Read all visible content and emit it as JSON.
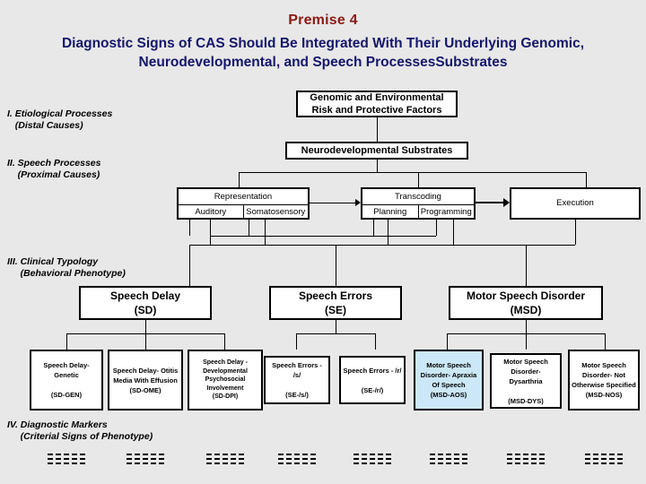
{
  "slide": {
    "premise_label": "Premise 4",
    "title": "Diagnostic Signs of CAS Should Be Integrated With Their Underlying Genomic, Neurodevelopmental, and Speech ProcessesSubstrates",
    "background_color": "#e8e8e8",
    "premise_color": "#8b1a12",
    "title_color": "#15166b",
    "highlight_color": "#cce8f8"
  },
  "captions": {
    "level1": "I. Etiological Processes\n   (Distal Causes)",
    "level2": "II. Speech Processes\n    (Proximal Causes)",
    "level3": "III. Clinical Typology\n     (Behavioral Phenotype)",
    "level4": "IV. Diagnostic Markers\n     (Criterial Signs of Phenotype)"
  },
  "level1": {
    "genomic_box": "Genomic and Environmental Risk and Protective Factors",
    "neuro_box": "Neurodevelopmental Substrates"
  },
  "level2": {
    "representation": {
      "header": "Representation",
      "cells": [
        "Auditory",
        "Somatosensory"
      ]
    },
    "transcoding": {
      "header": "Transcoding",
      "cells": [
        "Planning",
        "Programming"
      ]
    },
    "execution": "Execution"
  },
  "level3": [
    {
      "name": "speech-delay",
      "line1": "Speech Delay",
      "line2": "(SD)"
    },
    {
      "name": "speech-errors",
      "line1": "Speech Errors",
      "line2": "(SE)"
    },
    {
      "name": "motor-speech-disorder",
      "line1": "Motor Speech Disorder",
      "line2": "(MSD)"
    }
  ],
  "level4": [
    {
      "name": "sd-gen",
      "text": "Speech Delay- Genetic",
      "code": "(SD-GEN)",
      "highlight": false
    },
    {
      "name": "sd-ome",
      "text": "Speech Delay- Otitis Media With Effusion",
      "code": "(SD-OME)",
      "highlight": false
    },
    {
      "name": "sd-dpi",
      "text": "Speech Delay - Developmental Psychosocial Involvement",
      "code": "(SD-DPI)",
      "highlight": false
    },
    {
      "name": "se-s",
      "text": "Speech Errors - /s/",
      "code": "(SE-/s/)",
      "highlight": false
    },
    {
      "name": "se-r",
      "text": "Speech Errors - /r/",
      "code": "(SE-/r/)",
      "highlight": false
    },
    {
      "name": "msd-aos",
      "text": "Motor Speech Disorder- Apraxia Of Speech",
      "code": "(MSD-AOS)",
      "highlight": true
    },
    {
      "name": "msd-dys",
      "text": "Motor Speech Disorder- Dysarthria",
      "code": "(MSD-DYS)",
      "highlight": false
    },
    {
      "name": "msd-nos",
      "text": "Motor Speech Disorder- Not Otherwise Specified",
      "code": "(MSD-NOS)",
      "highlight": false
    }
  ],
  "markers": {
    "group_count": 8,
    "rows": 3,
    "columns": 5
  }
}
